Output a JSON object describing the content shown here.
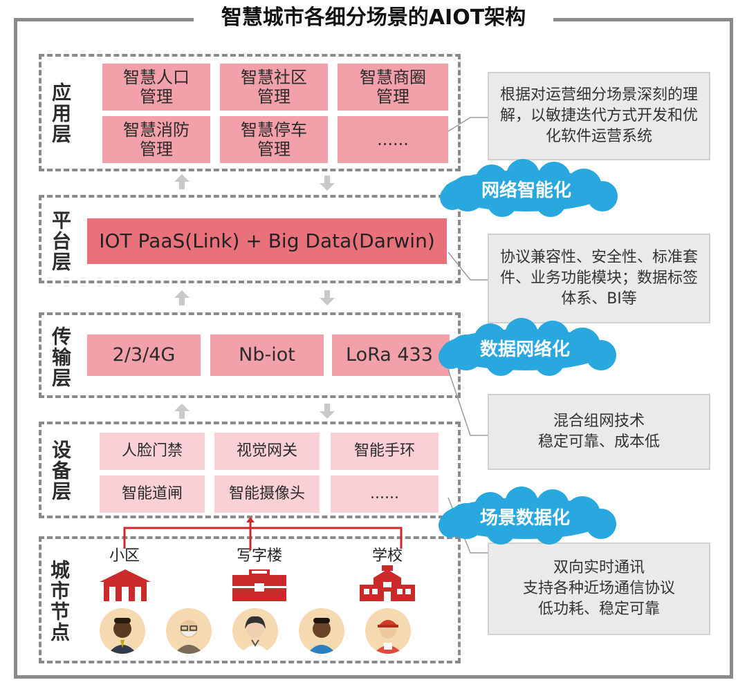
{
  "title": "智慧城市各细分场景的AIOT架构",
  "layers": {
    "app": {
      "label": "应用层",
      "items": [
        "智慧人口\n管理",
        "智慧社区\n管理",
        "智慧商圈\n管理",
        "智慧消防\n管理",
        "智慧停车\n管理",
        "......"
      ]
    },
    "platform": {
      "label": "平台层",
      "items": [
        "IOT PaaS(Link) + Big Data(Darwin)"
      ]
    },
    "transport": {
      "label": "传输层",
      "items": [
        "2/3/4G",
        "Nb-iot",
        "LoRa 433"
      ]
    },
    "device": {
      "label": "设备层",
      "items": [
        "人脸门禁",
        "视觉网关",
        "智能手环",
        "智能道闸",
        "智能摄像头",
        "......"
      ]
    },
    "city": {
      "label": "城市节点",
      "nodes": [
        "小区",
        "写字楼",
        "学校"
      ]
    }
  },
  "clouds": [
    "网络智能化",
    "数据网络化",
    "场景数据化"
  ],
  "notes": [
    "根据对运营细分场景深刻的理解，以敏捷迭代方式开发和优化软件运营系统",
    "协议兼容性、安全性、标准套件、业务功能模块；数据标签体系、BI等",
    "混合组网技术\n稳定可靠、成本低",
    "双向实时通讯\n支持各种近场通信协议\n低功耗、稳定可靠"
  ],
  "colors": {
    "app": "#f2a0aa",
    "platform": "#e9717c",
    "device": "#f8d0d6",
    "cloud": "#29a8e0",
    "accent": "#cc2a2a",
    "border": "#8a8a8a"
  }
}
